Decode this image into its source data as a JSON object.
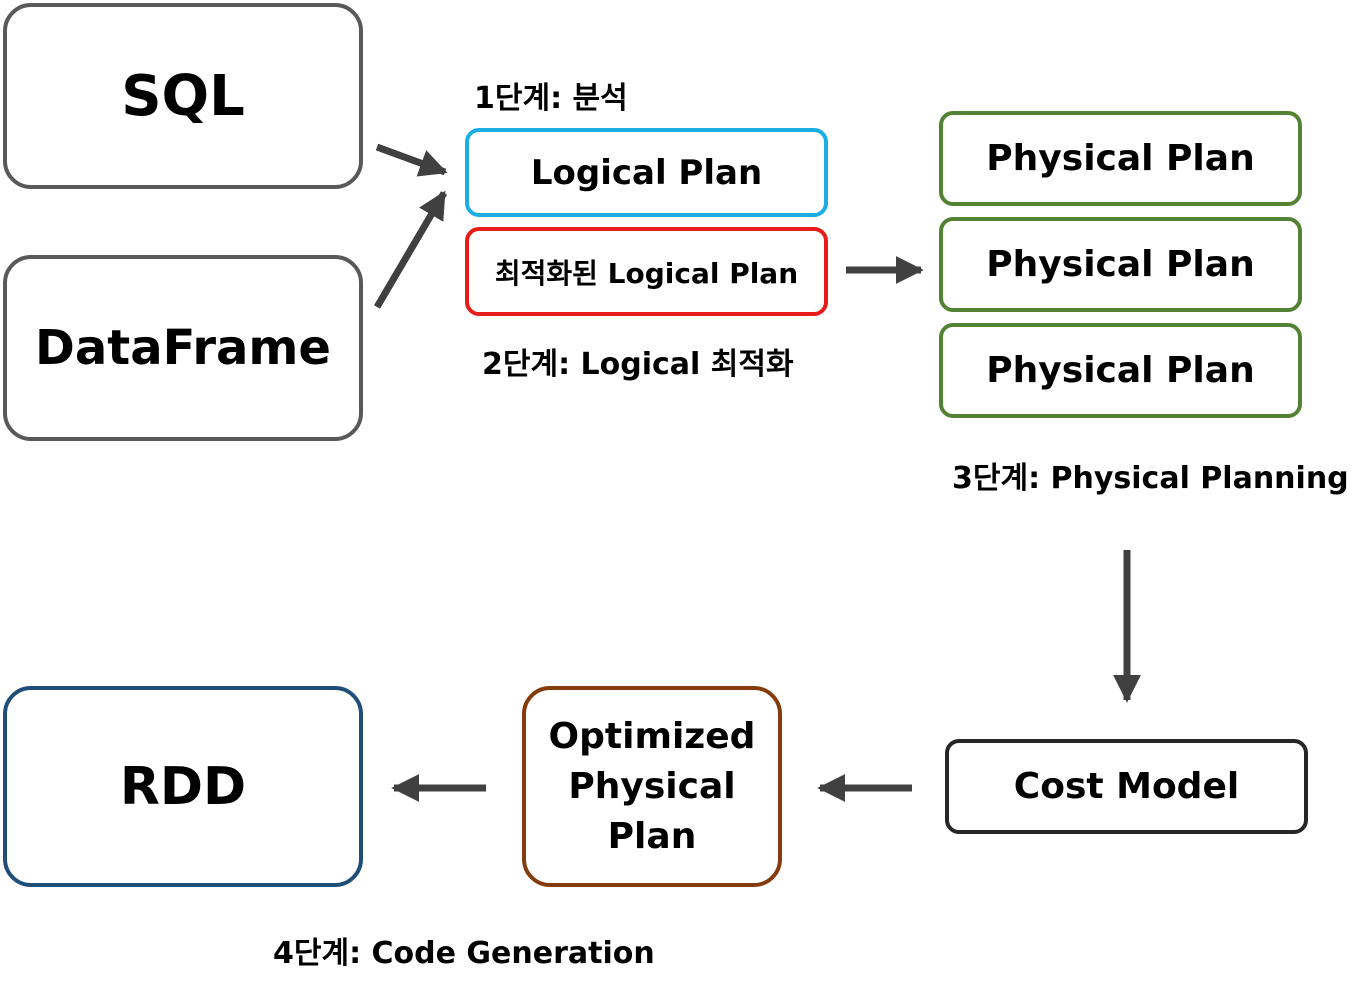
{
  "sources": {
    "sql": "SQL",
    "dataframe": "DataFrame"
  },
  "logical": {
    "plan": "Logical Plan",
    "optimized_plan": "최적화된 Logical Plan"
  },
  "physical": {
    "plans": [
      "Physical Plan",
      "Physical Plan",
      "Physical Plan"
    ]
  },
  "cost_model": "Cost Model",
  "optimized_physical_plan": {
    "lines": [
      "Optimized",
      "Physical",
      "Plan"
    ]
  },
  "rdd": "RDD",
  "stages": {
    "stage1": "1단계: 분석",
    "stage2": "2단계: Logical 최적화",
    "stage3": "3단계: Physical Planning",
    "stage4": "4단계: Code Generation"
  },
  "colors": {
    "source_border": "#595959",
    "logical_plan_border": "#1aaee5",
    "optimized_logical_border": "#e81b1b",
    "physical_plan_border": "#548235",
    "cost_model_border": "#262626",
    "optimized_physical_border": "#843c0c",
    "rdd_border": "#1f4e79",
    "arrow": "#404040"
  }
}
